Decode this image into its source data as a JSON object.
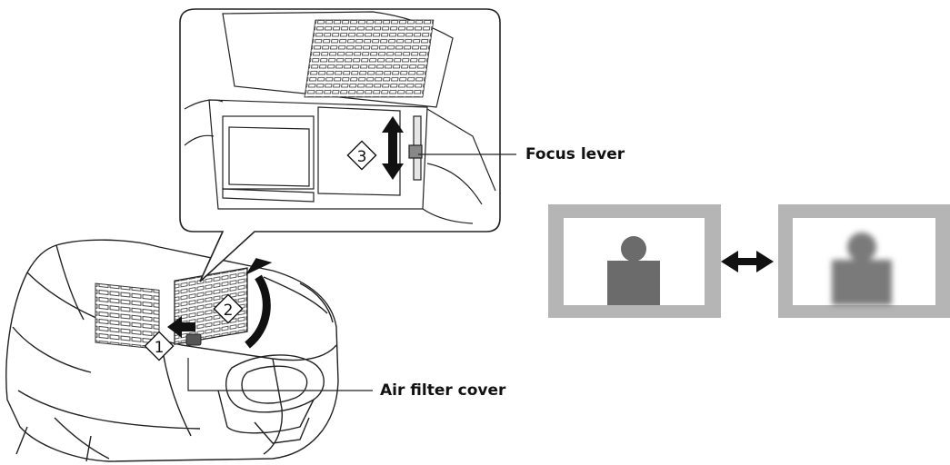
{
  "labels": {
    "focus_lever": "Focus lever",
    "air_filter_cover": "Air filter cover"
  },
  "steps": [
    "1",
    "2",
    "3"
  ],
  "colors": {
    "line": "#222222",
    "frame": "#b5b5b5",
    "figure": "#6b6b6b",
    "arrow": "#111111"
  }
}
